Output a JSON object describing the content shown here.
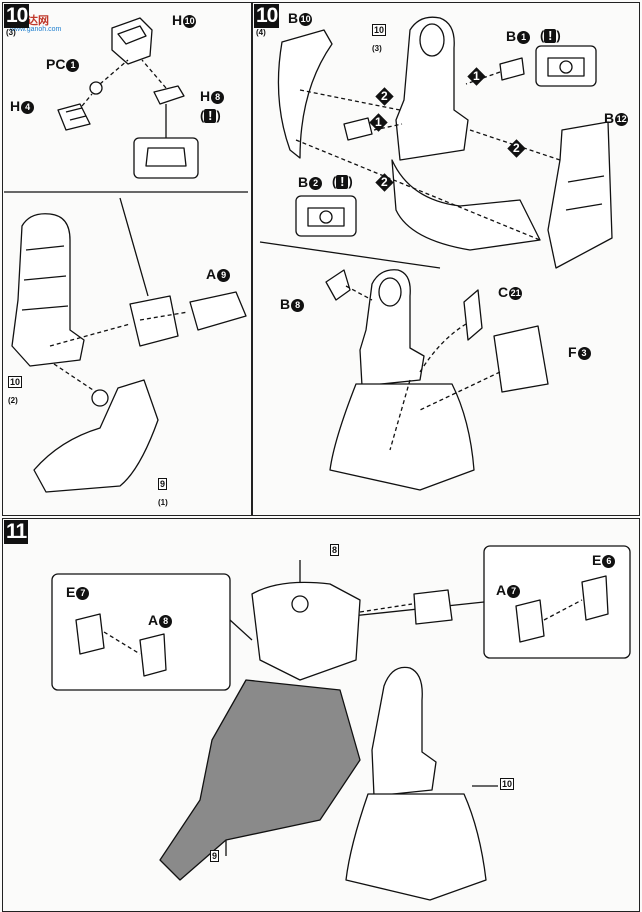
{
  "steps": {
    "s10a": {
      "badge": "10",
      "sub": "(3)"
    },
    "s10b": {
      "badge": "10",
      "sub": "(4)"
    },
    "s11": {
      "badge": "11"
    }
  },
  "refs": {
    "r10_2": {
      "num": "10",
      "sub": "(2)"
    },
    "r9_1": {
      "num": "9",
      "sub": "(1)"
    },
    "r10_3": {
      "num": "10",
      "sub": "(3)"
    },
    "r8": {
      "num": "8"
    },
    "r9": {
      "num": "9"
    },
    "r10": {
      "num": "10"
    }
  },
  "parts": {
    "h10": {
      "letter": "H",
      "num": "10"
    },
    "pc1": {
      "letter": "PC",
      "num": "1"
    },
    "h4": {
      "letter": "H",
      "num": "4"
    },
    "h8": {
      "letter": "H",
      "num": "8"
    },
    "a9": {
      "letter": "A",
      "num": "9"
    },
    "b10": {
      "letter": "B",
      "num": "10"
    },
    "b1": {
      "letter": "B",
      "num": "1"
    },
    "b12": {
      "letter": "B",
      "num": "12"
    },
    "b2": {
      "letter": "B",
      "num": "2"
    },
    "b8": {
      "letter": "B",
      "num": "8"
    },
    "c21": {
      "letter": "C",
      "num": "21"
    },
    "f3": {
      "letter": "F",
      "num": "3"
    },
    "e7": {
      "letter": "E",
      "num": "7"
    },
    "a8": {
      "letter": "A",
      "num": "8"
    },
    "a7": {
      "letter": "A",
      "num": "7"
    },
    "e6": {
      "letter": "E",
      "num": "6"
    }
  },
  "warning_mark": "!",
  "order_marks": [
    "1",
    "2"
  ],
  "watermark": {
    "name": "高达网",
    "url": "www.ganoh.com"
  },
  "colors": {
    "ink": "#111111",
    "shade": "#8a8a8a",
    "paper": "#fbfbfa"
  }
}
